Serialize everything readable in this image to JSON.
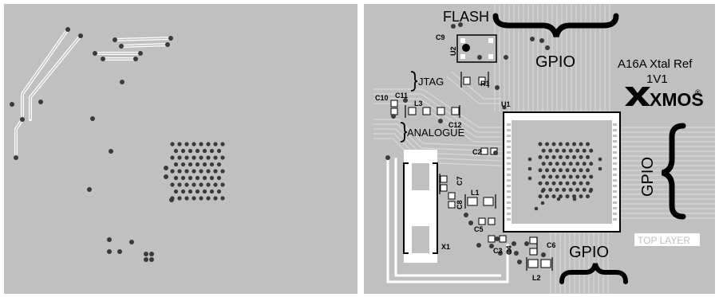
{
  "board": {
    "colors": {
      "background": "#ffffff",
      "panel": "#c0c0c0",
      "trace": "#ffffff",
      "via": "#3a3a3a",
      "silk": "#000000",
      "pad": "#ffffff",
      "top_layer_tag_bg": "#ffffff",
      "top_layer_tag_text": "#c0c0c0"
    },
    "title_line1": "A16A Xtal Ref",
    "title_line2": "1V1",
    "logo_text": "XMOS",
    "logo_mark": "®",
    "layer_tag": "TOP LAYER",
    "section_labels": {
      "flash": "FLASH",
      "jtag": "JTAG",
      "analogue": "ANALOGUE",
      "gpio_top": "GPIO",
      "gpio_right": "GPIO",
      "gpio_bottom": "GPIO"
    },
    "designators": {
      "c9": "C9",
      "u2": "U2",
      "r1": "R1",
      "c11": "C11",
      "c10": "C10",
      "l3": "L3",
      "u1": "U1",
      "c12": "C12",
      "c2": "C2",
      "c7": "C7",
      "l1": "L1",
      "c8": "C8",
      "c5": "C5",
      "x1": "X1",
      "c3": "C3",
      "c4": "C4",
      "c6": "C6",
      "l2": "L2"
    }
  }
}
